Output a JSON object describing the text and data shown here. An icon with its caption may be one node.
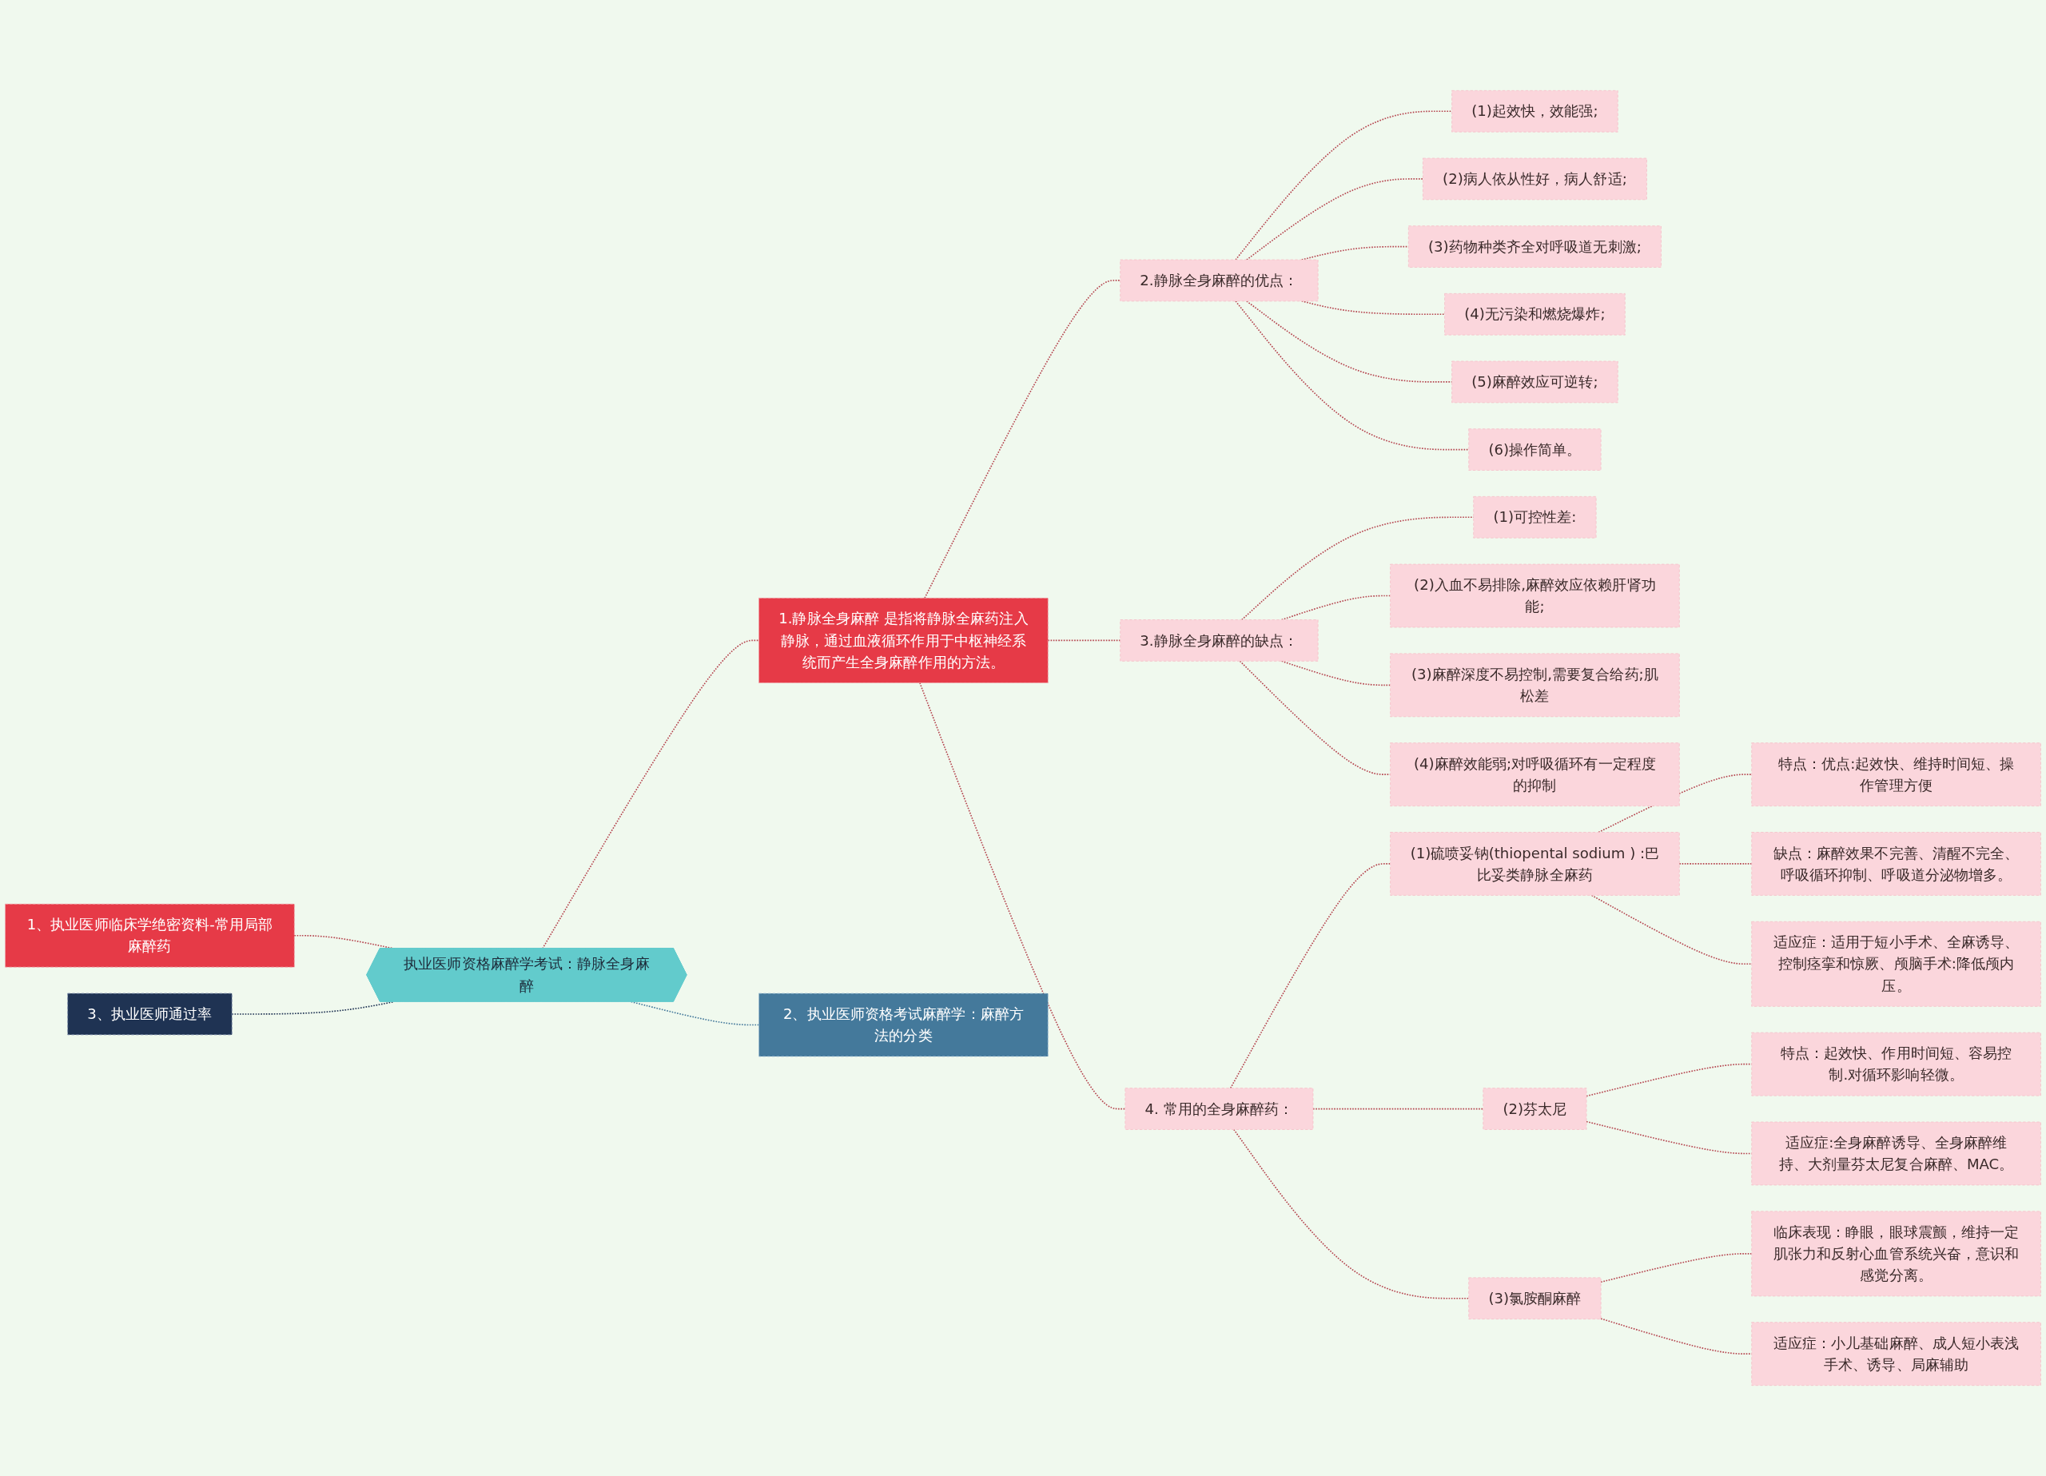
{
  "diagram": {
    "nodes": [
      {
        "text": [
          "执业医师资格麻醉学考试：静脉全身麻醉"
        ]
      },
      {
        "text": [
          "1、执业医师临床学绝密资料-常用局部麻醉药"
        ]
      },
      {
        "text": [
          "3、执业医师通过率"
        ]
      },
      {
        "text": [
          "1.静脉全身麻醉 是指将静脉全麻药注入静脉，通过血液循环作用于中枢神经系统而产生全身麻醉作用的方法。"
        ]
      },
      {
        "text": [
          "2.静脉全身麻醉的优点："
        ]
      },
      {
        "text": [
          "(1)起效快，效能强;"
        ]
      },
      {
        "text": [
          "(2)病人依从性好，病人舒适;"
        ]
      },
      {
        "text": [
          "(3)药物种类齐全对呼吸道无刺激;"
        ]
      },
      {
        "text": [
          "(4)无污染和燃烧爆炸;"
        ]
      },
      {
        "text": [
          "(5)麻醉效应可逆转;"
        ]
      },
      {
        "text": [
          "(6)操作简单。"
        ]
      },
      {
        "text": [
          "3.静脉全身麻醉的缺点："
        ]
      },
      {
        "text": [
          "(1)可控性差:"
        ]
      },
      {
        "text": [
          "(2)入血不易排除,麻醉效应依赖肝肾功能;"
        ]
      },
      {
        "text": [
          "(3)麻醉深度不易控制,需要复合给药;肌松差"
        ]
      },
      {
        "text": [
          "(4)麻醉效能弱;对呼吸循环有一定程度的抑制"
        ]
      },
      {
        "text": [
          "4. 常用的全身麻醉药："
        ]
      },
      {
        "text": [
          "(1)硫喷妥钠(thiopental sodium ) :巴比妥类静脉全麻药"
        ]
      },
      {
        "text": [
          "特点：优点:起效快、维持时间短、操作管理方便"
        ]
      },
      {
        "text": [
          "缺点：麻醉效果不完善、清醒不完全、呼吸循环抑制、呼吸道分泌物增多。"
        ]
      },
      {
        "text": [
          "适应症：适用于短小手术、全麻诱导、控制痉挛和惊厥、颅脑手术:降低颅内压。"
        ]
      },
      {
        "text": [
          "(2)芬太尼"
        ]
      },
      {
        "text": [
          "特点：起效快、作用时间短、容易控制.对循环影响轻微。"
        ]
      },
      {
        "text": [
          "适应症:全身麻醉诱导、全身麻醉维持、大剂量芬太尼复合麻醉、MAC。"
        ]
      },
      {
        "text": [
          "(3)氯胺酮麻醉"
        ]
      },
      {
        "text": [
          "临床表现：睁眼，眼球震颤，维持一定肌张力和反射心血管系统兴奋，意识和感觉分离。"
        ]
      },
      {
        "text": [
          "适应症：小儿基础麻醉、成人短小表浅手术、诱导、局麻辅助"
        ]
      },
      {
        "text": [
          "2、执业医师资格考试麻醉学：麻醉方法的分类"
        ]
      }
    ],
    "edges": [
      {
        "from": 0,
        "to": 1,
        "arrow": "none",
        "style": "dashed"
      },
      {
        "from": 0,
        "to": 2,
        "arrow": "none",
        "style": "dashed",
        "color": "#1f3353"
      },
      {
        "from": 0,
        "to": 3,
        "arrow": "none",
        "style": "dashed"
      },
      {
        "from": 3,
        "to": 4,
        "arrow": "none",
        "style": "dashed"
      },
      {
        "from": 4,
        "to": 5,
        "arrow": "none",
        "style": "dashed"
      },
      {
        "from": 4,
        "to": 6,
        "arrow": "none",
        "style": "dashed"
      },
      {
        "from": 4,
        "to": 7,
        "arrow": "none",
        "style": "dashed"
      },
      {
        "from": 4,
        "to": 8,
        "arrow": "none",
        "style": "dashed"
      },
      {
        "from": 4,
        "to": 9,
        "arrow": "none",
        "style": "dashed"
      },
      {
        "from": 4,
        "to": 10,
        "arrow": "none",
        "style": "dashed"
      },
      {
        "from": 3,
        "to": 11,
        "arrow": "none",
        "style": "dashed"
      },
      {
        "from": 11,
        "to": 12,
        "arrow": "none",
        "style": "dashed"
      },
      {
        "from": 11,
        "to": 13,
        "arrow": "none",
        "style": "dashed"
      },
      {
        "from": 11,
        "to": 14,
        "arrow": "none",
        "style": "dashed"
      },
      {
        "from": 11,
        "to": 15,
        "arrow": "none",
        "style": "dashed"
      },
      {
        "from": 3,
        "to": 16,
        "arrow": "none",
        "style": "dashed"
      },
      {
        "from": 16,
        "to": 17,
        "arrow": "none",
        "style": "dashed"
      },
      {
        "from": 17,
        "to": 18,
        "arrow": "none",
        "style": "dashed"
      },
      {
        "from": 17,
        "to": 19,
        "arrow": "none",
        "style": "dashed"
      },
      {
        "from": 17,
        "to": 20,
        "arrow": "none",
        "style": "dashed"
      },
      {
        "from": 16,
        "to": 21,
        "arrow": "none",
        "style": "dashed"
      },
      {
        "from": 21,
        "to": 22,
        "arrow": "none",
        "style": "dashed"
      },
      {
        "from": 21,
        "to": 23,
        "arrow": "none",
        "style": "dashed"
      },
      {
        "from": 16,
        "to": 24,
        "arrow": "none",
        "style": "dashed"
      },
      {
        "from": 24,
        "to": 25,
        "arrow": "none",
        "style": "dashed"
      },
      {
        "from": 24,
        "to": 26,
        "arrow": "none",
        "style": "dashed"
      },
      {
        "from": 0,
        "to": 27,
        "arrow": "none",
        "style": "dashed",
        "color": "#44799b"
      }
    ]
  }
}
